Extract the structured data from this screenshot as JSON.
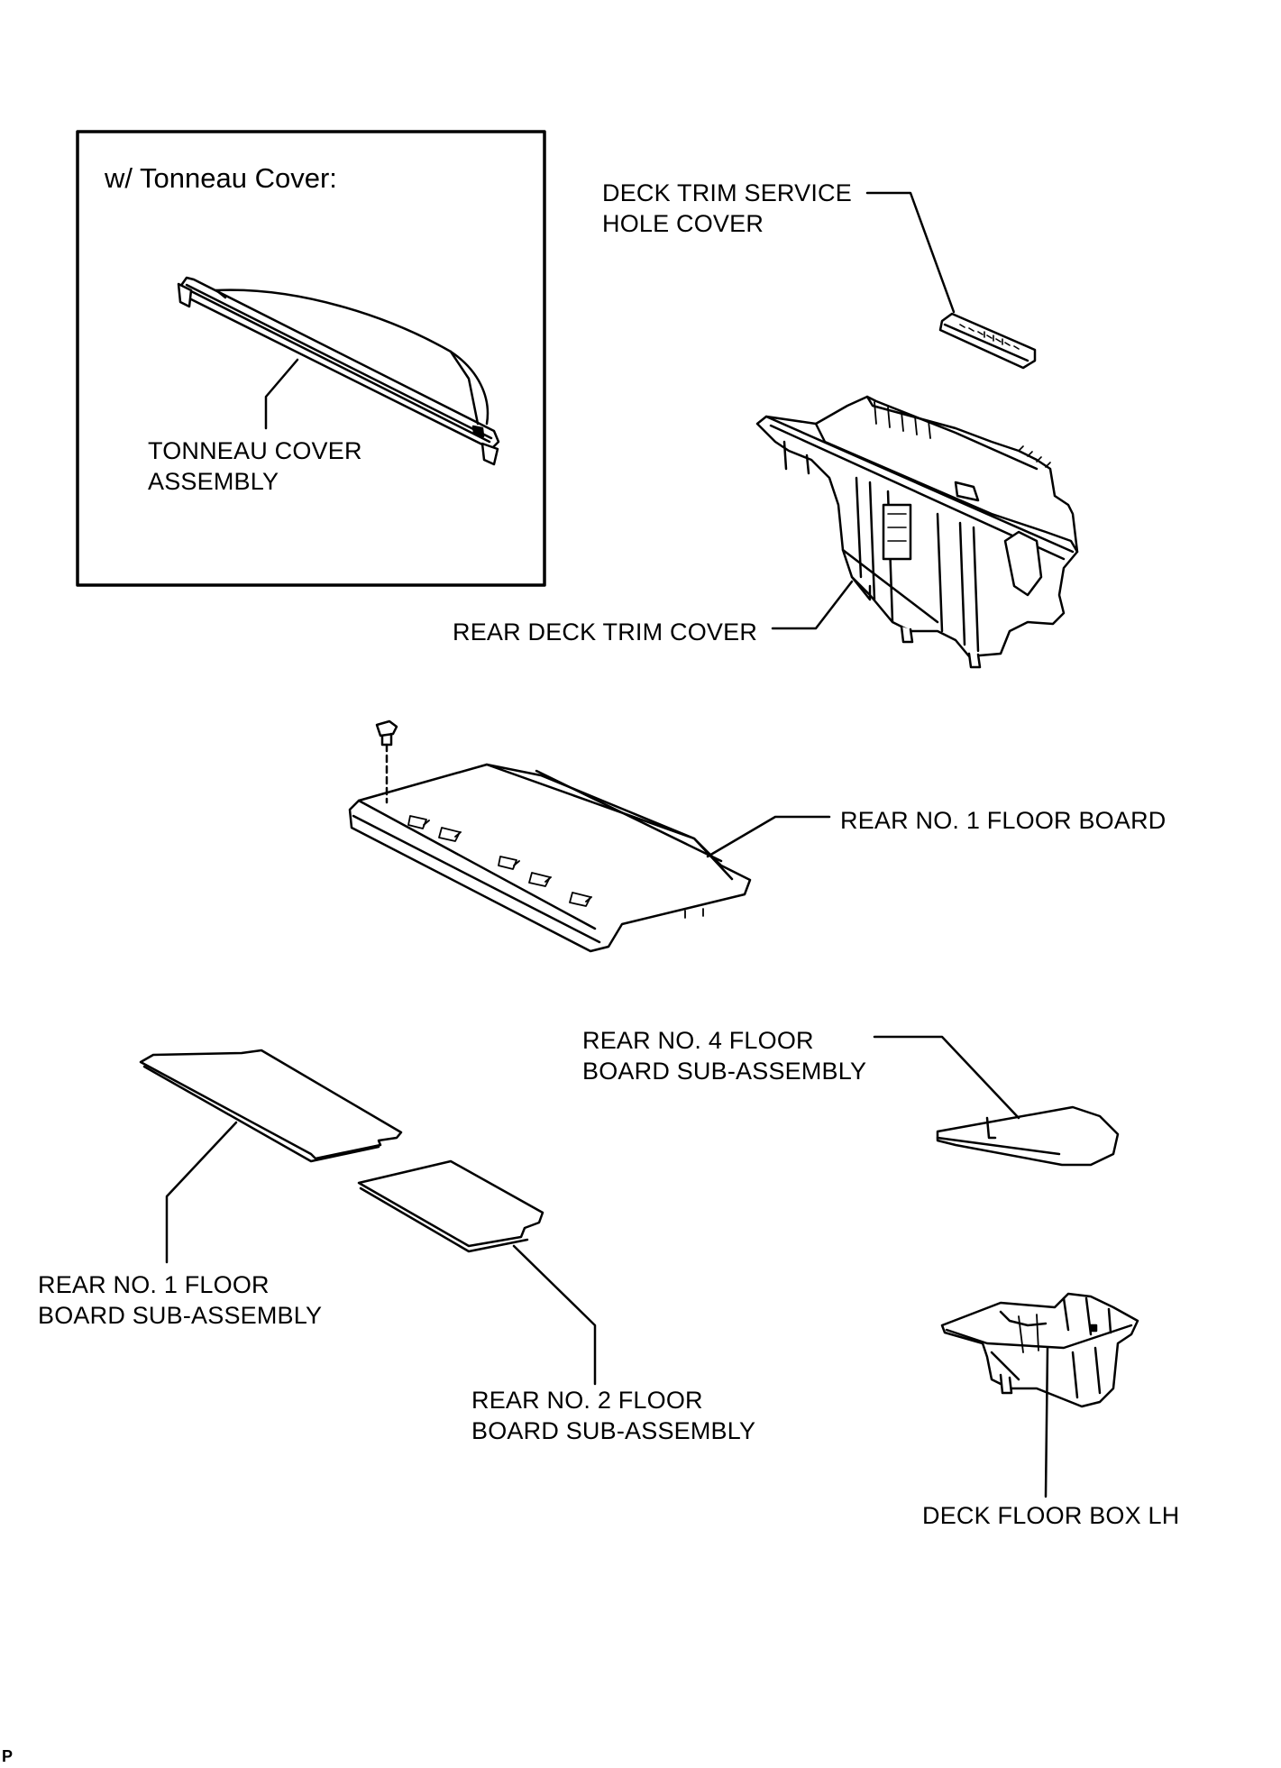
{
  "inset": {
    "title": "w/ Tonneau Cover:"
  },
  "labels": {
    "tonneau_cover": [
      "TONNEAU COVER",
      "ASSEMBLY"
    ],
    "deck_trim_service_hole_cover": [
      "DECK TRIM SERVICE",
      "HOLE COVER"
    ],
    "rear_deck_trim_cover": [
      "REAR DECK TRIM COVER"
    ],
    "rear_no1_floor_board": [
      "REAR NO. 1 FLOOR BOARD"
    ],
    "rear_no4_floor_board_sub": [
      "REAR NO. 4 FLOOR",
      "BOARD SUB-ASSEMBLY"
    ],
    "rear_no1_floor_board_sub": [
      "REAR NO. 1 FLOOR",
      "BOARD SUB-ASSEMBLY"
    ],
    "rear_no2_floor_board_sub": [
      "REAR NO. 2 FLOOR",
      "BOARD SUB-ASSEMBLY"
    ],
    "deck_floor_box_lh": [
      "DECK FLOOR BOX LH"
    ]
  },
  "page_code": "P"
}
